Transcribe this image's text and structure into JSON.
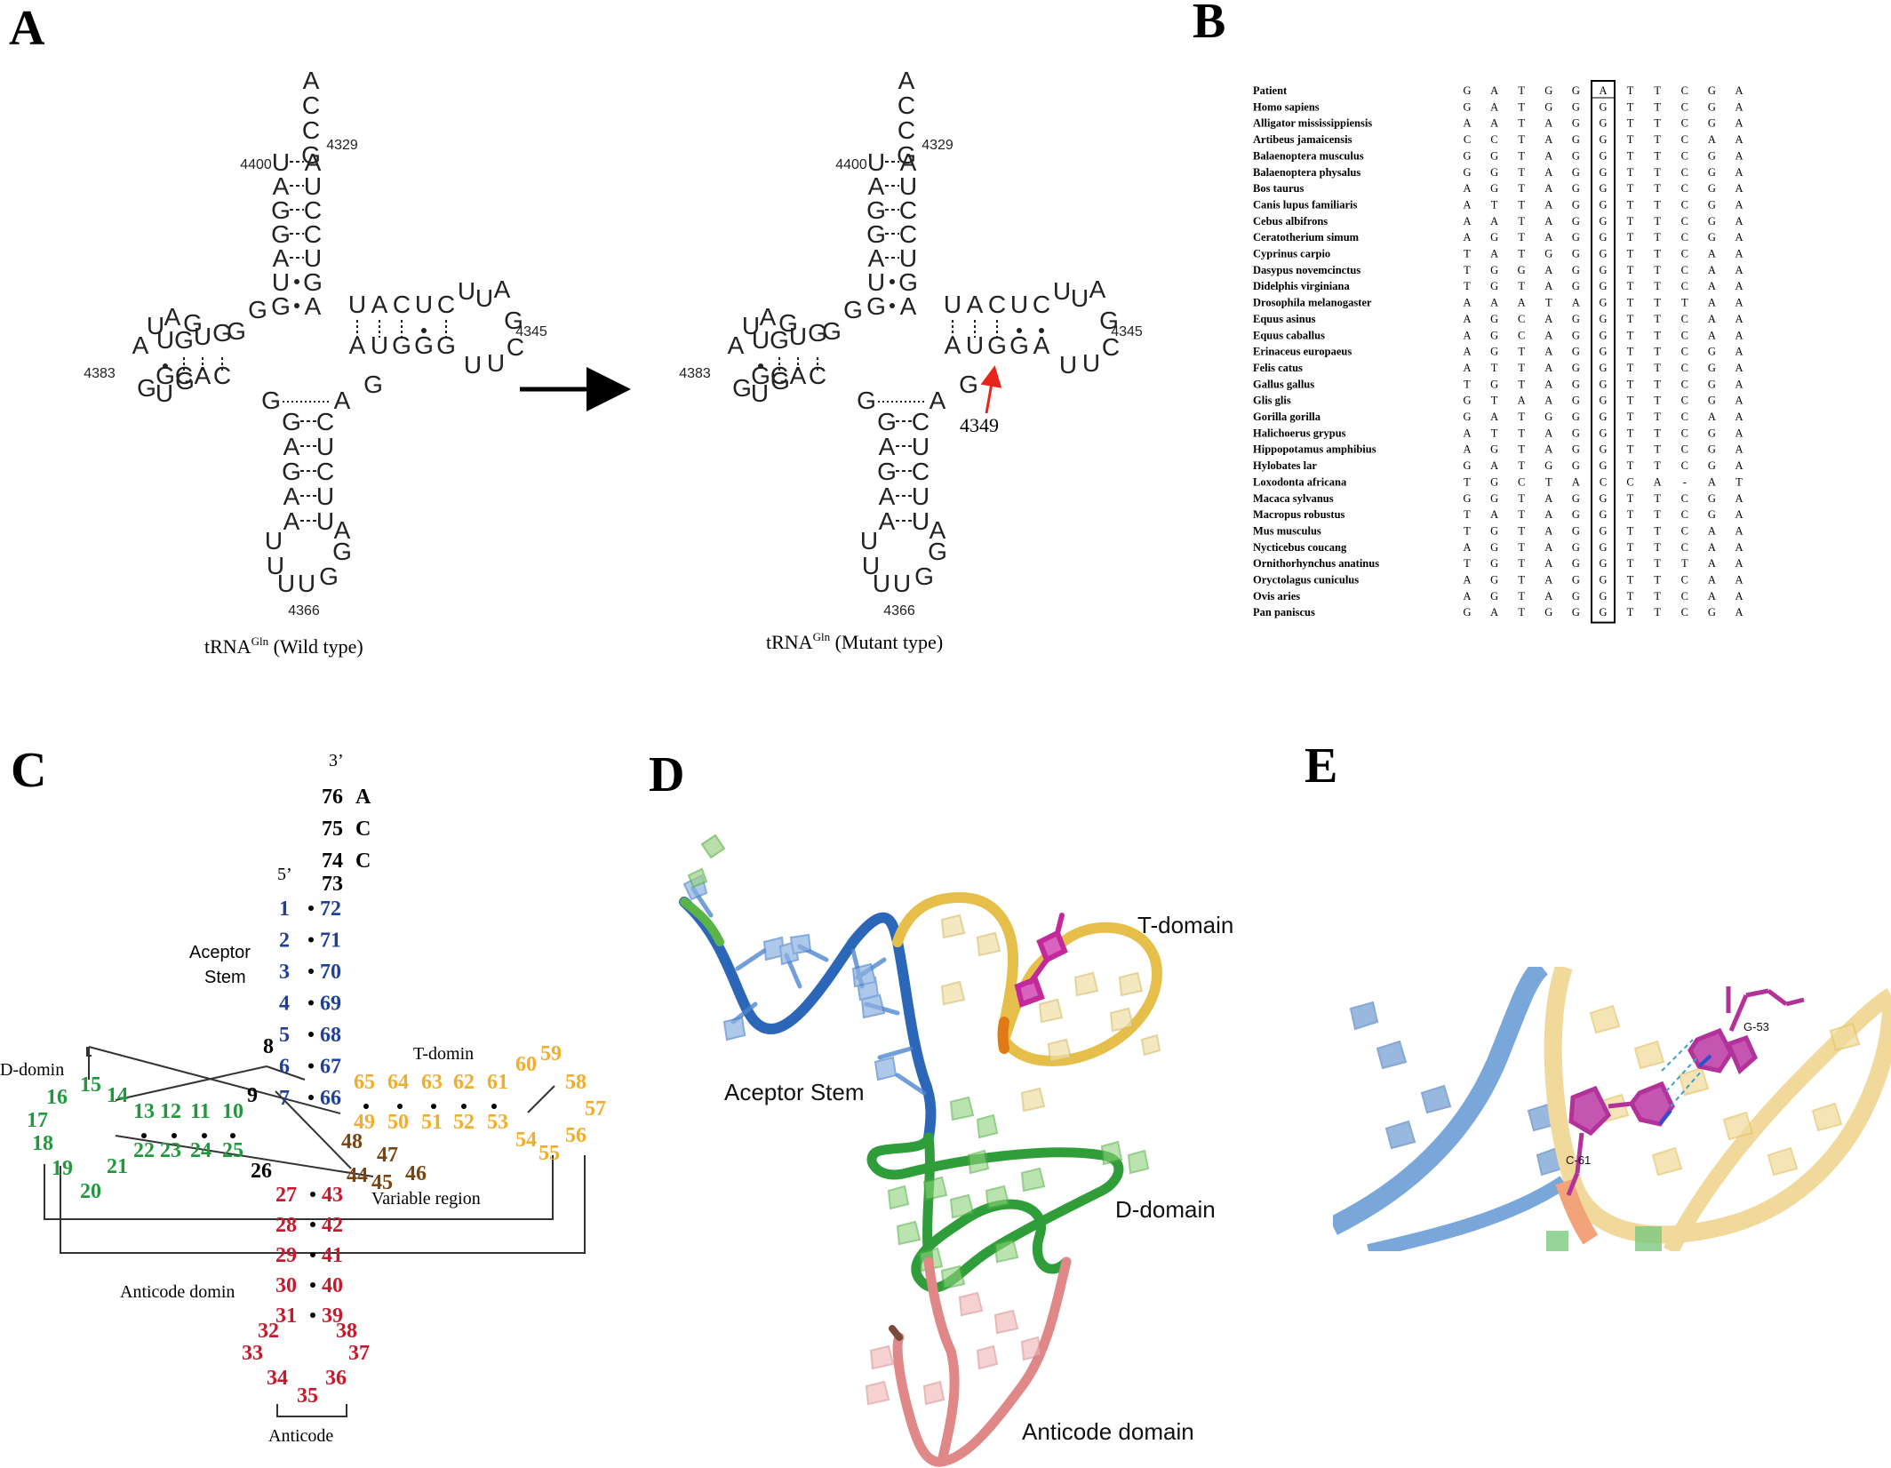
{
  "panels": {
    "A": "A",
    "B": "B",
    "C": "C",
    "D": "D",
    "E": "E"
  },
  "panelA": {
    "wild": {
      "acceptor_tail": [
        "A",
        "C",
        "C",
        "G"
      ],
      "acc_left": [
        "U",
        "A",
        "G",
        "G",
        "A",
        "U",
        "G"
      ],
      "acc_right": [
        "A",
        "U",
        "C",
        "C",
        "U",
        "G",
        "A"
      ],
      "d_top": [
        "U",
        "G",
        "U",
        "G"
      ],
      "d_bot": [
        "G",
        "C",
        "A",
        "C"
      ],
      "d_loop": [
        "U",
        "A",
        "G",
        "A",
        "G",
        "U",
        "G"
      ],
      "t_top": [
        "U",
        "A",
        "C",
        "U",
        "C"
      ],
      "t_bot": [
        "A",
        "U",
        "G",
        "G",
        "G"
      ],
      "t_loop": [
        "U",
        "U",
        "A",
        "G",
        "C",
        "U",
        "U"
      ],
      "ac_left": [
        "G",
        "A",
        "G",
        "A",
        "A"
      ],
      "ac_right": [
        "C",
        "U",
        "C",
        "U",
        "U"
      ],
      "ac_loop": [
        "U",
        "U",
        "U",
        "U",
        "G",
        "G",
        "A"
      ],
      "junction_left": [
        "G",
        "G",
        "G"
      ],
      "junction_right": [
        "A",
        "G"
      ],
      "nums": {
        "n4400": "4400",
        "n4329": "4329",
        "n4345": "4345",
        "n4383": "4383",
        "n4366": "4366"
      },
      "caption_main": "tRNA",
      "caption_sup": "Gln",
      "caption_rest": " (Wild type)"
    },
    "mutant": {
      "mut_base": "A",
      "mut_pos": "4349",
      "caption_main": "tRNA",
      "caption_sup": "Gln",
      "caption_rest": " (Mutant type)"
    },
    "colors": {
      "mutation": "#e8251d",
      "text": "#222222"
    }
  },
  "panelB": {
    "species": [
      "Patient",
      "Homo sapiens",
      "Alligator mississippiensis",
      "Artibeus jamaicensis",
      "Balaenoptera musculus",
      "Balaenoptera physalus",
      "Bos taurus",
      "Canis lupus familiaris",
      "Cebus albifrons",
      "Ceratotherium simum",
      "Cyprinus carpio",
      "Dasypus novemcinctus",
      "Didelphis virginiana",
      "Drosophila melanogaster",
      "Equus asinus",
      "Equus caballus",
      "Erinaceus europaeus",
      "Felis catus",
      "Gallus gallus",
      "Glis glis",
      "Gorilla gorilla",
      "Halichoerus grypus",
      "Hippopotamus amphibius",
      "Hylobates lar",
      "Loxodonta africana",
      "Macaca sylvanus",
      "Macropus robustus",
      "Mus musculus",
      "Nycticebus coucang",
      "Ornithorhynchus anatinus",
      "Oryctolagus cuniculus",
      "Ovis aries",
      "Pan paniscus"
    ],
    "sequences": [
      [
        "G",
        "A",
        "T",
        "G",
        "G",
        "A",
        "T",
        "T",
        "C",
        "G",
        "A"
      ],
      [
        "G",
        "A",
        "T",
        "G",
        "G",
        "G",
        "T",
        "T",
        "C",
        "G",
        "A"
      ],
      [
        "A",
        "A",
        "T",
        "A",
        "G",
        "G",
        "T",
        "T",
        "C",
        "G",
        "A"
      ],
      [
        "C",
        "C",
        "T",
        "A",
        "G",
        "G",
        "T",
        "T",
        "C",
        "A",
        "A"
      ],
      [
        "G",
        "G",
        "T",
        "A",
        "G",
        "G",
        "T",
        "T",
        "C",
        "G",
        "A"
      ],
      [
        "G",
        "G",
        "T",
        "A",
        "G",
        "G",
        "T",
        "T",
        "C",
        "G",
        "A"
      ],
      [
        "A",
        "G",
        "T",
        "A",
        "G",
        "G",
        "T",
        "T",
        "C",
        "G",
        "A"
      ],
      [
        "A",
        "T",
        "T",
        "A",
        "G",
        "G",
        "T",
        "T",
        "C",
        "G",
        "A"
      ],
      [
        "A",
        "A",
        "T",
        "A",
        "G",
        "G",
        "T",
        "T",
        "C",
        "G",
        "A"
      ],
      [
        "A",
        "G",
        "T",
        "A",
        "G",
        "G",
        "T",
        "T",
        "C",
        "G",
        "A"
      ],
      [
        "T",
        "A",
        "T",
        "G",
        "G",
        "G",
        "T",
        "T",
        "C",
        "A",
        "A"
      ],
      [
        "T",
        "G",
        "G",
        "A",
        "G",
        "G",
        "T",
        "T",
        "C",
        "A",
        "A"
      ],
      [
        "T",
        "G",
        "T",
        "A",
        "G",
        "G",
        "T",
        "T",
        "C",
        "A",
        "A"
      ],
      [
        "A",
        "A",
        "A",
        "T",
        "A",
        "G",
        "T",
        "T",
        "T",
        "A",
        "A"
      ],
      [
        "A",
        "G",
        "C",
        "A",
        "G",
        "G",
        "T",
        "T",
        "C",
        "A",
        "A"
      ],
      [
        "A",
        "G",
        "C",
        "A",
        "G",
        "G",
        "T",
        "T",
        "C",
        "A",
        "A"
      ],
      [
        "A",
        "G",
        "T",
        "A",
        "G",
        "G",
        "T",
        "T",
        "C",
        "G",
        "A"
      ],
      [
        "A",
        "T",
        "T",
        "A",
        "G",
        "G",
        "T",
        "T",
        "C",
        "G",
        "A"
      ],
      [
        "T",
        "G",
        "T",
        "A",
        "G",
        "G",
        "T",
        "T",
        "C",
        "G",
        "A"
      ],
      [
        "G",
        "T",
        "A",
        "A",
        "G",
        "G",
        "T",
        "T",
        "C",
        "G",
        "A"
      ],
      [
        "G",
        "A",
        "T",
        "G",
        "G",
        "G",
        "T",
        "T",
        "C",
        "A",
        "A"
      ],
      [
        "A",
        "T",
        "T",
        "A",
        "G",
        "G",
        "T",
        "T",
        "C",
        "G",
        "A"
      ],
      [
        "A",
        "G",
        "T",
        "A",
        "G",
        "G",
        "T",
        "T",
        "C",
        "G",
        "A"
      ],
      [
        "G",
        "A",
        "T",
        "G",
        "G",
        "G",
        "T",
        "T",
        "C",
        "G",
        "A"
      ],
      [
        "T",
        "G",
        "C",
        "T",
        "A",
        "C",
        "C",
        "A",
        "-",
        "A",
        "T"
      ],
      [
        "G",
        "G",
        "T",
        "A",
        "G",
        "G",
        "T",
        "T",
        "C",
        "G",
        "A"
      ],
      [
        "T",
        "A",
        "T",
        "A",
        "G",
        "G",
        "T",
        "T",
        "C",
        "G",
        "A"
      ],
      [
        "T",
        "G",
        "T",
        "A",
        "G",
        "G",
        "T",
        "T",
        "C",
        "A",
        "A"
      ],
      [
        "A",
        "G",
        "T",
        "A",
        "G",
        "G",
        "T",
        "T",
        "C",
        "A",
        "A"
      ],
      [
        "T",
        "G",
        "T",
        "A",
        "G",
        "G",
        "T",
        "T",
        "T",
        "A",
        "A"
      ],
      [
        "A",
        "G",
        "T",
        "A",
        "G",
        "G",
        "T",
        "T",
        "C",
        "A",
        "A"
      ],
      [
        "A",
        "G",
        "T",
        "A",
        "G",
        "G",
        "T",
        "T",
        "C",
        "A",
        "A"
      ],
      [
        "G",
        "A",
        "T",
        "G",
        "G",
        "G",
        "T",
        "T",
        "C",
        "G",
        "A"
      ]
    ]
  },
  "panelC": {
    "three_prime": "3’",
    "five_prime": "5’",
    "acceptor_tail": [
      {
        "n": "76",
        "b": "A"
      },
      {
        "n": "75",
        "b": "C"
      },
      {
        "n": "74",
        "b": "C"
      }
    ],
    "n73": "73",
    "acc_left": [
      "1",
      "2",
      "3",
      "4",
      "5",
      "6",
      "7"
    ],
    "acc_right": [
      "72",
      "71",
      "70",
      "69",
      "68",
      "67",
      "66"
    ],
    "d_top": [
      "13",
      "12",
      "11",
      "10"
    ],
    "d_bot": [
      "22",
      "23",
      "24",
      "25"
    ],
    "d_loop": [
      "14",
      "15",
      "16",
      "17",
      "18",
      "19",
      "20",
      "21"
    ],
    "n8": "8",
    "n9": "9",
    "n26": "26",
    "t_top": [
      "65",
      "64",
      "63",
      "62",
      "61"
    ],
    "t_bot": [
      "49",
      "50",
      "51",
      "52",
      "53"
    ],
    "t_loop": [
      "60",
      "59",
      "58",
      "57",
      "56",
      "55",
      "54"
    ],
    "var": [
      "48",
      "47",
      "46",
      "45",
      "44"
    ],
    "ac_left": [
      "27",
      "28",
      "29",
      "30",
      "31"
    ],
    "ac_right": [
      "43",
      "42",
      "41",
      "40",
      "39"
    ],
    "ac_loop": [
      "32",
      "33",
      "34",
      "35",
      "36",
      "37",
      "38"
    ],
    "labels": {
      "acceptor": "Aceptor",
      "stem": "Stem",
      "ddom": "D-domin",
      "tdom": "T-domin",
      "variable": "Variable region",
      "anticode_domain": "Anticode domin",
      "anticode": "Anticode"
    },
    "colors": {
      "acceptor": "#1f3f9a",
      "d": "#1e9a3c",
      "t": "#f2ad2a",
      "variable": "#7a4410",
      "anticodon": "#c8182a",
      "other": "#000000"
    }
  },
  "panelD": {
    "t_domain": "T-domain",
    "acceptor": "Aceptor Stem",
    "d_domain": "D-domain",
    "anticode": "Anticode domain"
  },
  "panelE": {
    "g53": "G-53",
    "c61": "C-61"
  }
}
